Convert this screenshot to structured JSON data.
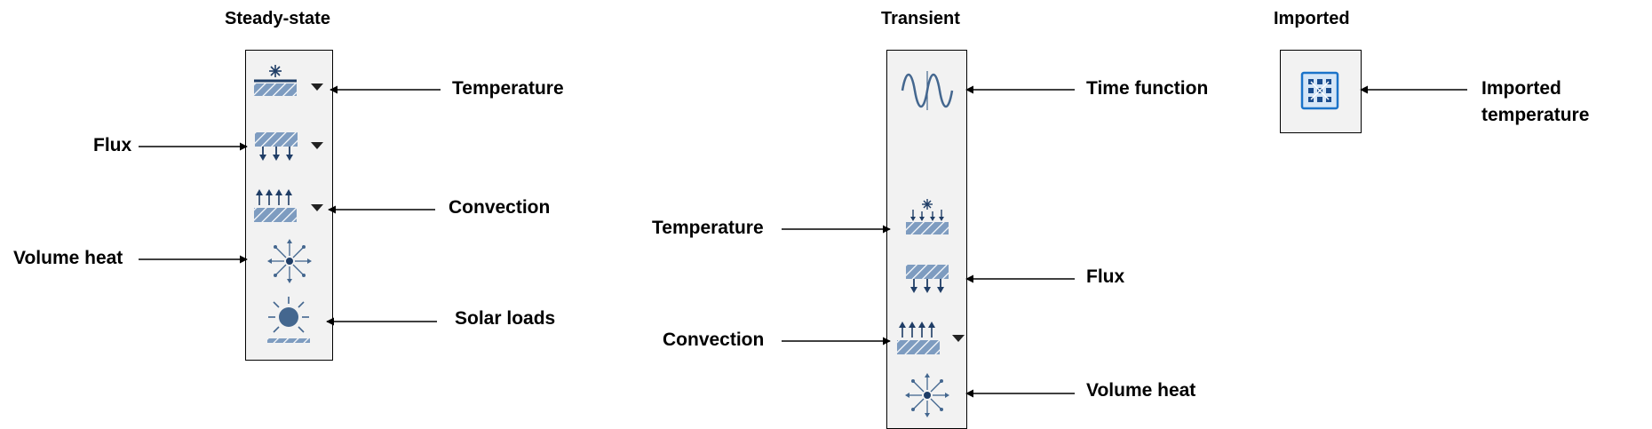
{
  "colors": {
    "icon": "#44678f",
    "icon_dark": "#1f3d66",
    "hatch_fill": "#6e8db3",
    "panel_bg": "#f2f2f2",
    "imported_icon": "#1a73c9"
  },
  "steady": {
    "title": "Steady-state",
    "labels": {
      "temperature": "Temperature",
      "flux": "Flux",
      "convection": "Convection",
      "volume_heat": "Volume heat",
      "solar_loads": "Solar loads"
    },
    "icons": [
      "temperature-icon",
      "flux-icon",
      "convection-icon",
      "volume-heat-icon",
      "solar-loads-icon"
    ]
  },
  "transient": {
    "title": "Transient",
    "labels": {
      "time_function": "Time function",
      "temperature": "Temperature",
      "flux": "Flux",
      "convection": "Convection",
      "volume_heat": "Volume heat"
    },
    "icons": [
      "time-function-icon",
      "temperature-icon",
      "flux-icon",
      "convection-icon",
      "volume-heat-icon"
    ]
  },
  "imported": {
    "title": "Imported",
    "labels": {
      "line1": "Imported",
      "line2": "temperature"
    },
    "icons": [
      "imported-temperature-icon"
    ]
  }
}
